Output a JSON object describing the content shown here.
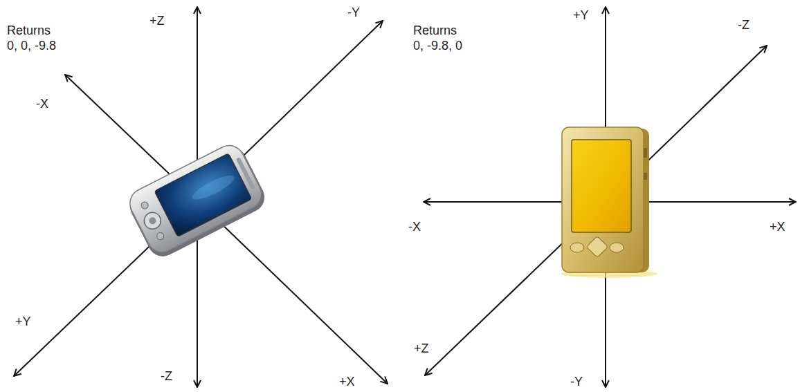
{
  "diagram": {
    "labels": [
      "Returns",
      "0, 0, -9.8",
      "+Z",
      "-Y",
      "-X",
      "+Y",
      "-Z",
      "+X",
      "Returns",
      "0, -9.8, 0",
      "+Y",
      "-Z",
      "-X",
      "+X",
      "+Z",
      "-Y"
    ]
  }
}
